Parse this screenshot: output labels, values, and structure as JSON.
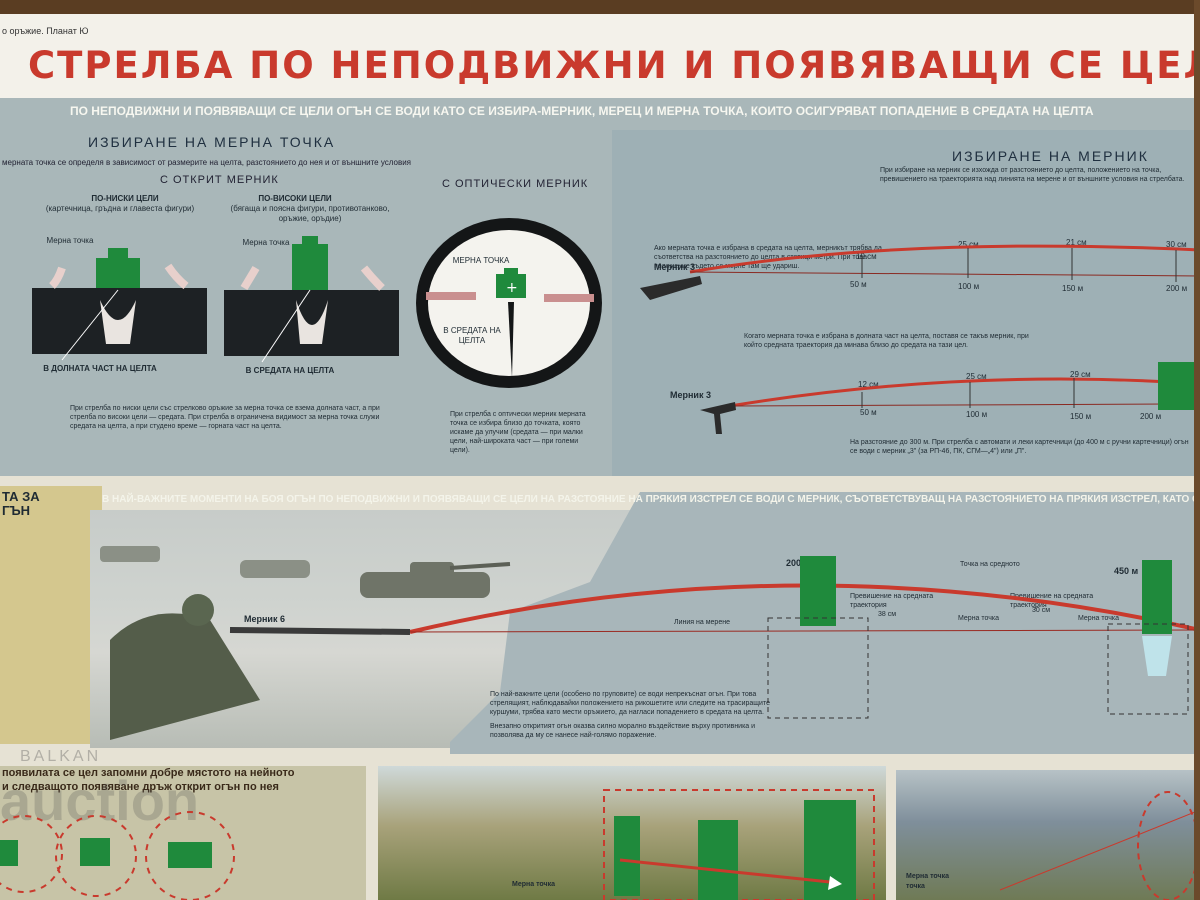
{
  "header": {
    "plan_ref": "о оръжие. Планат Ю",
    "title": "СТРЕЛБА ПО НЕПОДВИЖНИ И ПОЯВЯВАЩИ СЕ ЦЕЛ"
  },
  "top_panel": {
    "subtitle": "ПО НЕПОДВИЖНИ И ПОЯВЯВАЩИ СЕ ЦЕЛИ ОГЪН СЕ ВОДИ КАТО СЕ ИЗБИРА-МЕРНИК, МЕРЕЦ И МЕРНА ТОЧКА, КОИТО ОСИГУРЯВАТ ПОПАДЕНИЕ В СРЕДАТА НА ЦЕЛТА",
    "left_heading": "ИЗБИРАНЕ НА МЕРНА ТОЧКА",
    "left_note": "мерната точка се определя в зависимост от размерите на целта, разстоянието до нея и от външните условия",
    "open_sight": "С ОТКРИТ МЕРНИК",
    "optical_sight": "С ОПТИЧЕСКИ МЕРНИК",
    "lower_targets": "ПО-НИСКИ ЦЕЛИ",
    "lower_targets_desc": "(картечница, гръдна и главеста фигури)",
    "higher_targets": "ПО-ВИСОКИ ЦЕЛИ",
    "higher_targets_desc": "(бягаща и поясна фигури, противотанково, оръжие, оръдие)",
    "aim_point": "Мерна точка",
    "aim_point_2": "Мерна точка",
    "bottom_part": "В ДОЛНАТА ЧАСТ НА ЦЕЛТА",
    "middle_part": "В СРЕДАТА НА ЦЕЛТА",
    "scope_aim": "МЕРНА ТОЧКА",
    "scope_mid": "В СРЕДАТА НА ЦЕЛТА",
    "open_note": "При стрелба по ниски цели със стрелково оръжие за мерна точка се взема долната част, а при стрелба по високи цели — средата. При стрелба в ограничена видимост за мерна точка служи средата на целта, а при студено време — горната част на целта.",
    "optic_note": "При стрелба с оптически мерник мерната точка се избира близо до точката, която искаме да улучим (средата — при малки цели, най-широката част — при големи цели).",
    "right_heading": "ИЗБИРАНЕ НА МЕРНИК",
    "right_note": "При избиране на мерник се изхожда от разстоянието до целта, положението на точка, превишението на траекторията над линията на мерене и от външните условия на стрелбата.",
    "traj1_note": "Ако мерната точка е избрана в средата на целта, мерникът трябва да съответства на разстоянието до целта в стотици метри. При това положение където се мерне там ще удариш.",
    "traj2_note": "Когато мерната точка е избрана в долната част на целта, поставя се такъв мерник, при който средната траектория да минава близо до средата на тази цел.",
    "range_note": "На разстояние до 300 м. При стрелба с автомати и леки картечници (до 400 м с ручни картечници) огън се води с мерник „3\" (за РП-46, ПК, СГМ—„4\") или „П\".",
    "sight1": "Мерник 3",
    "sight2": "Мерник 3",
    "traj1_heights": [
      "19 см",
      "25 см",
      "21 см",
      "30 см"
    ],
    "traj1_dists": [
      "50 м",
      "100 м",
      "150 м",
      "200 м"
    ],
    "traj2_heights": [
      "12 см",
      "25 см",
      "29 см"
    ],
    "traj2_dists": [
      "50 м",
      "100 м",
      "150 м",
      "200 м"
    ]
  },
  "mid_panel": {
    "left_title": "ТА ЗА\nГЪН",
    "banner": "В НАЙ-ВАЖНИТЕ МОМЕНТИ НА БОЯ ОГЪН ПО НЕПОДВИЖНИ И ПОЯВЯВАЩИ СЕ ЦЕЛИ НА РАЗСТОЯНИЕ НА ПРЯКИЯ ИЗСТРЕЛ СЕ ВОДИ С МЕРНИК, СЪОТВЕТСТВУВАЩ НА РАЗСТОЯНИЕТО НА ПРЯКИЯ ИЗСТРЕЛ, КАТО СЕ МЕРИ В ДОЛНАТА ЧАСТ НА ЦЕЛТА",
    "sight6": "Мерник 6",
    "mark_200": "200",
    "mark_450": "450 м",
    "impact_point": "Точка на средното",
    "exceed1": "Превишение на средната траектория",
    "exceed1_val": "38 см",
    "exceed2": "Превишение на средната траектория",
    "exceed2_val": "30 см",
    "aim_line": "Линия на мерене",
    "aim_point_a": "Мерна точка",
    "aim_point_b": "Мерна точка",
    "fire_note": "По най-важните цели (особено по груповите) се води непрекъснат огън. При това стрелящият, наблюдавайки положението на рикошетите или следите на трасиращите куршуми, трябва като мести оръжието, да нагласи попадението в средата на целта.",
    "surprise_note": "Внезапно откритият огън оказва силно морално въздействие върху противника и позволява да му се нанесе най-голямо поражение."
  },
  "bottom_panel": {
    "text_line1": "появилата се цел запомни добре мястото на нейното",
    "text_line2": "и следващото появяване дръж открит огън по нея",
    "aim_label": "Мерна точка",
    "aim_label_2": "Мерна точка",
    "aim_label_3": "точка"
  },
  "watermark": {
    "brand_small": "BALKAN",
    "brand_big": "auction"
  }
}
